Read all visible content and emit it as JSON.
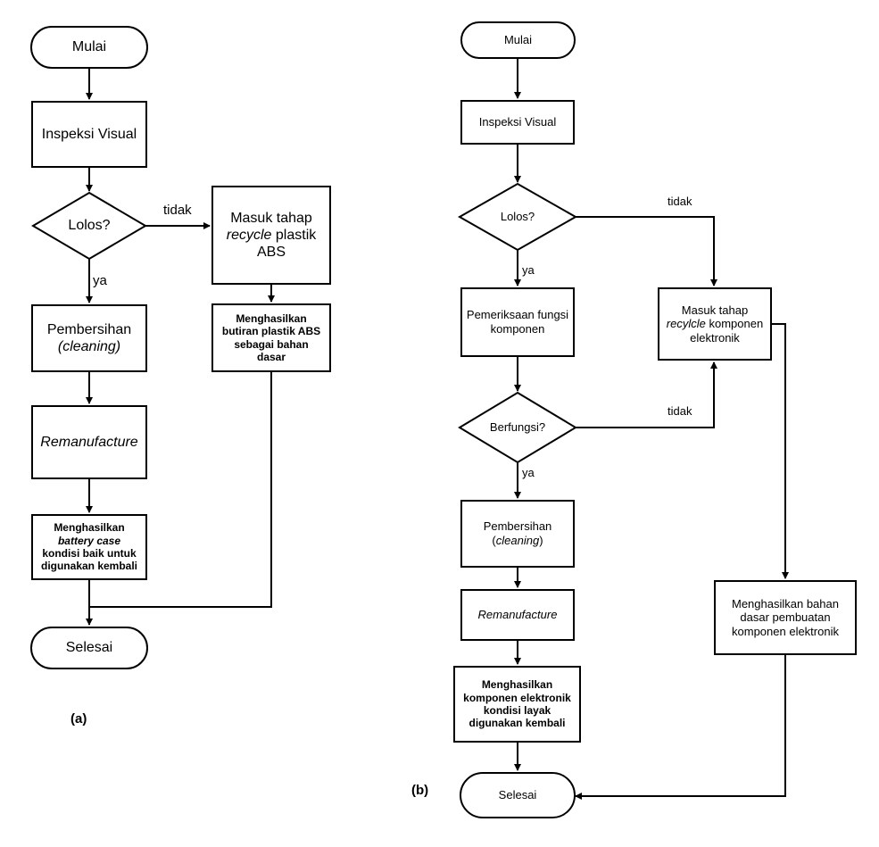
{
  "panel_a": {
    "label": "(a)",
    "start": "Mulai",
    "inspect": "Inspeksi Visual",
    "decision": "Lolos?",
    "yes": "ya",
    "no": "tidak",
    "clean": {
      "pre": "Pembersihan",
      "em": "(cleaning)"
    },
    "reman": "Remanufacture",
    "result": {
      "pre": "Menghasilkan",
      "em": "battery case",
      "post": "kondisi baik untuk digunakan kembali"
    },
    "recycle": {
      "pre": "Masuk tahap",
      "em": "recycle",
      "post": "plastik ABS"
    },
    "recycle_result": "Menghasilkan butiran plastik ABS sebagai bahan dasar",
    "end": "Selesai"
  },
  "panel_b": {
    "label": "(b)",
    "start": "Mulai",
    "inspect": "Inspeksi Visual",
    "decision1": "Lolos?",
    "yes1": "ya",
    "no1": "tidak",
    "check": "Pemeriksaan fungsi komponen",
    "decision2": "Berfungsi?",
    "yes2": "ya",
    "no2": "tidak",
    "clean": {
      "pre": "Pembersihan",
      "em": "cleaning"
    },
    "reman": "Remanufacture",
    "result": "Menghasilkan komponen elektronik kondisi layak digunakan kembali",
    "recycle": {
      "pre": "Masuk tahap",
      "em": "recylcle",
      "post": "komponen elektronik"
    },
    "recycle_result": "Menghasilkan bahan dasar pembuatan komponen elektronik",
    "end": "Selesai"
  }
}
